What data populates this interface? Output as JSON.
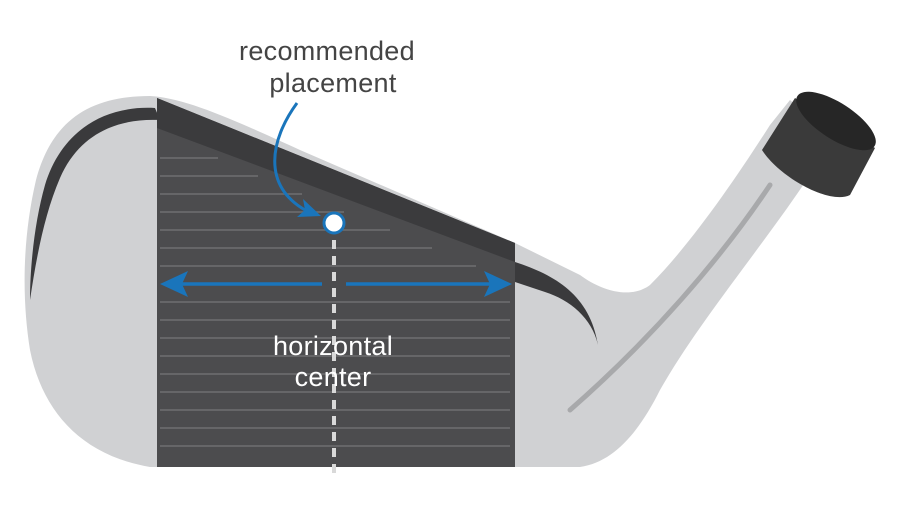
{
  "labels": {
    "recommended_line1": "recommended",
    "recommended_line2": "placement",
    "horizontal_line1": "horizontal",
    "horizontal_line2": "center"
  },
  "colors": {
    "clubhead_silver": "#d0d1d3",
    "face_dark": "#4c4c4e",
    "groove_line": "#6e6e70",
    "top_line_dark": "#3a3a3c",
    "hosel_cap": "#3a3a3a",
    "accent_blue": "#1a75bb",
    "text_gray": "#444444",
    "text_white": "#ffffff"
  }
}
